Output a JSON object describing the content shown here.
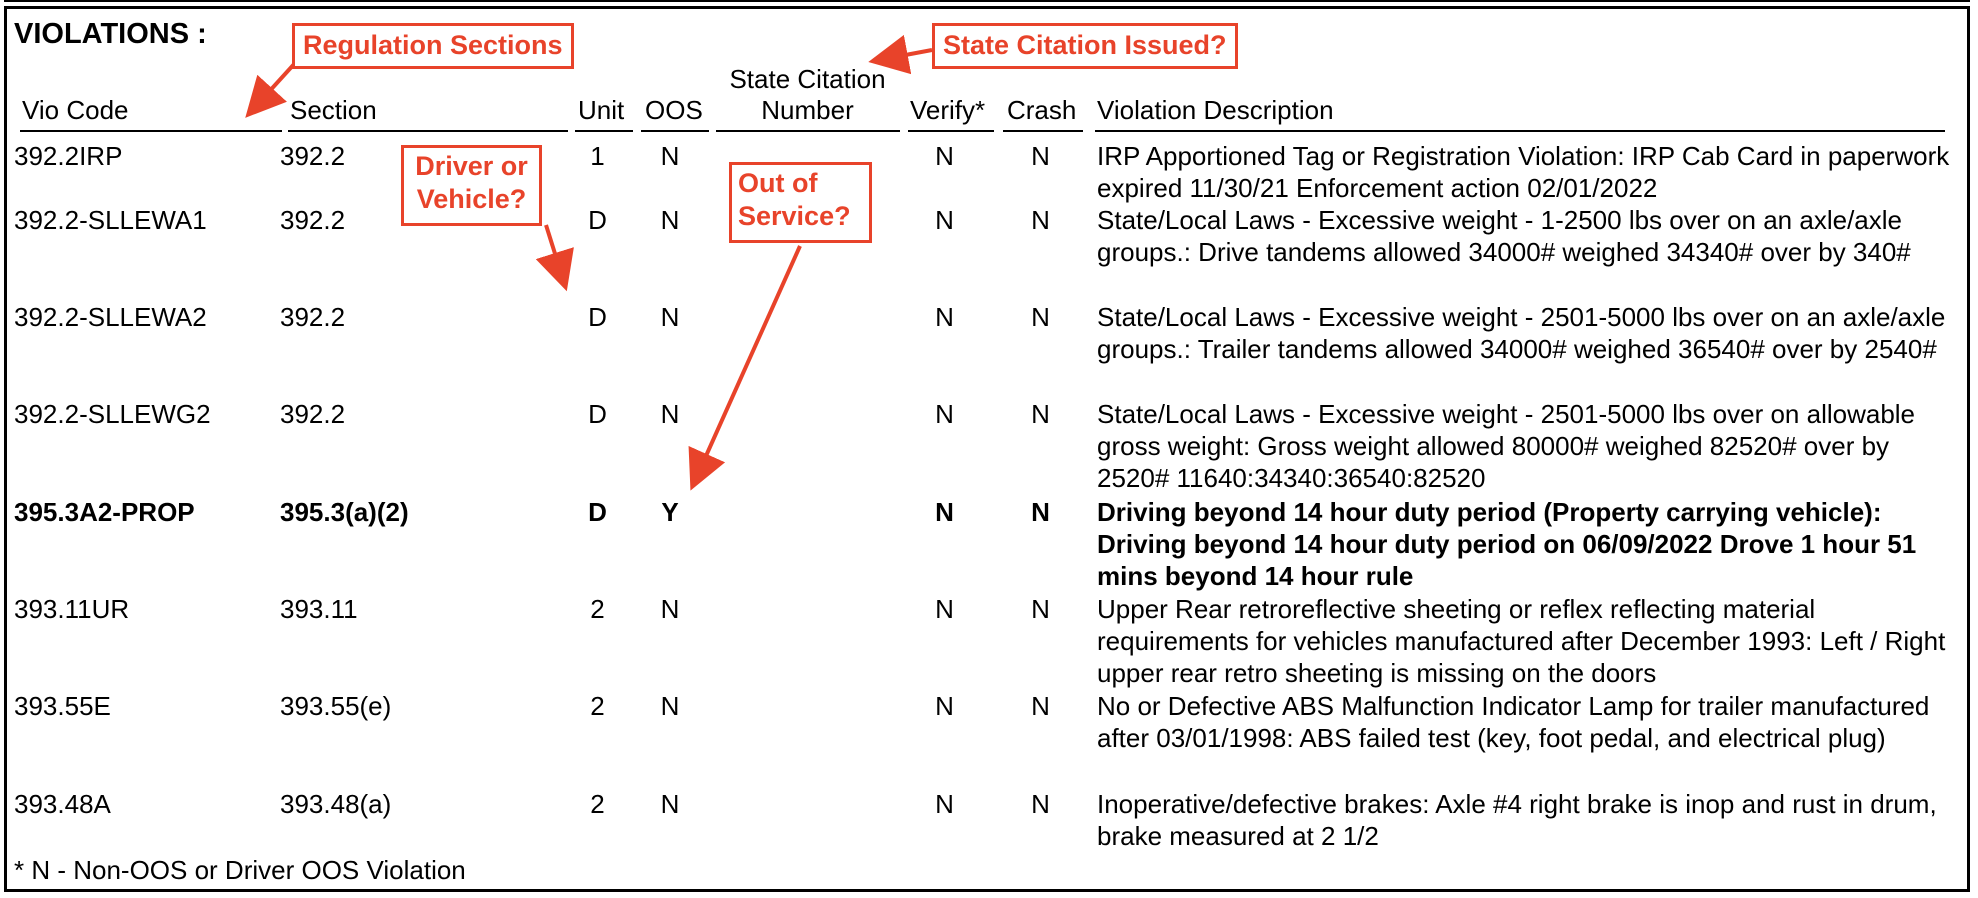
{
  "title": "VIOLATIONS :",
  "columns": {
    "vio_code": "Vio Code",
    "section": "Section",
    "unit": "Unit",
    "oos": "OOS",
    "state_citation_line1": "State Citation",
    "state_citation_line2": "Number",
    "verify": "Verify*",
    "crash": "Crash",
    "description": "Violation Description"
  },
  "rows": [
    {
      "code": "392.2IRP",
      "section": "392.2",
      "unit": "1",
      "oos": "N",
      "citation": "",
      "verify": "N",
      "crash": "N",
      "description": "IRP Apportioned Tag or Registration Violation: IRP Cab Card in paperwork expired 11/30/21 Enforcement action 02/01/2022",
      "bold": false
    },
    {
      "code": "392.2-SLLEWA1",
      "section": "392.2",
      "unit": "D",
      "oos": "N",
      "citation": "",
      "verify": "N",
      "crash": "N",
      "description": "State/Local Laws - Excessive weight - 1-2500 lbs over on an axle/axle groups.: Drive tandems allowed 34000# weighed 34340# over by 340#",
      "bold": false
    },
    {
      "code": "392.2-SLLEWA2",
      "section": "392.2",
      "unit": "D",
      "oos": "N",
      "citation": "",
      "verify": "N",
      "crash": "N",
      "description": "State/Local Laws - Excessive weight - 2501-5000 lbs over on an axle/axle groups.: Trailer tandems allowed 34000# weighed 36540# over by 2540#",
      "bold": false
    },
    {
      "code": "392.2-SLLEWG2",
      "section": "392.2",
      "unit": "D",
      "oos": "N",
      "citation": "",
      "verify": "N",
      "crash": "N",
      "description": "State/Local Laws - Excessive weight - 2501-5000 lbs over on allowable gross weight: Gross weight allowed 80000# weighed 82520# over by 2520#  11640:34340:36540:82520",
      "bold": false
    },
    {
      "code": "395.3A2-PROP",
      "section": "395.3(a)(2)",
      "unit": "D",
      "oos": "Y",
      "citation": "",
      "verify": "N",
      "crash": "N",
      "description": "Driving beyond 14 hour duty period (Property carrying vehicle): Driving beyond 14 hour duty period on 06/09/2022 Drove 1 hour 51 mins beyond 14 hour rule",
      "bold": true
    },
    {
      "code": "393.11UR",
      "section": "393.11",
      "unit": "2",
      "oos": "N",
      "citation": "",
      "verify": "N",
      "crash": "N",
      "description": "Upper Rear retroreflective sheeting or reflex reflecting material requirements for vehicles manufactured after December 1993: Left / Right upper rear retro sheeting is missing on the doors",
      "bold": false
    },
    {
      "code": "393.55E",
      "section": "393.55(e)",
      "unit": "2",
      "oos": "N",
      "citation": "",
      "verify": "N",
      "crash": "N",
      "description": "No or Defective ABS Malfunction Indicator Lamp for trailer manufactured after 03/01/1998: ABS failed test (key, foot pedal, and electrical plug)",
      "bold": false
    },
    {
      "code": "393.48A",
      "section": "393.48(a)",
      "unit": "2",
      "oos": "N",
      "citation": "",
      "verify": "N",
      "crash": "N",
      "description": "Inoperative/defective brakes: Axle #4 right brake is inop and rust in drum, brake measured at 2 1/2",
      "bold": false
    }
  ],
  "footer": "* N - Non-OOS or Driver OOS Violation",
  "callouts": {
    "regulation": "Regulation Sections",
    "citation": "State Citation Issued?",
    "unit_line1": "Driver or",
    "unit_line2": "Vehicle?",
    "oos_line1": "Out of",
    "oos_line2": "Service?"
  },
  "colors": {
    "callout": "#e8432a",
    "text": "#000000"
  }
}
